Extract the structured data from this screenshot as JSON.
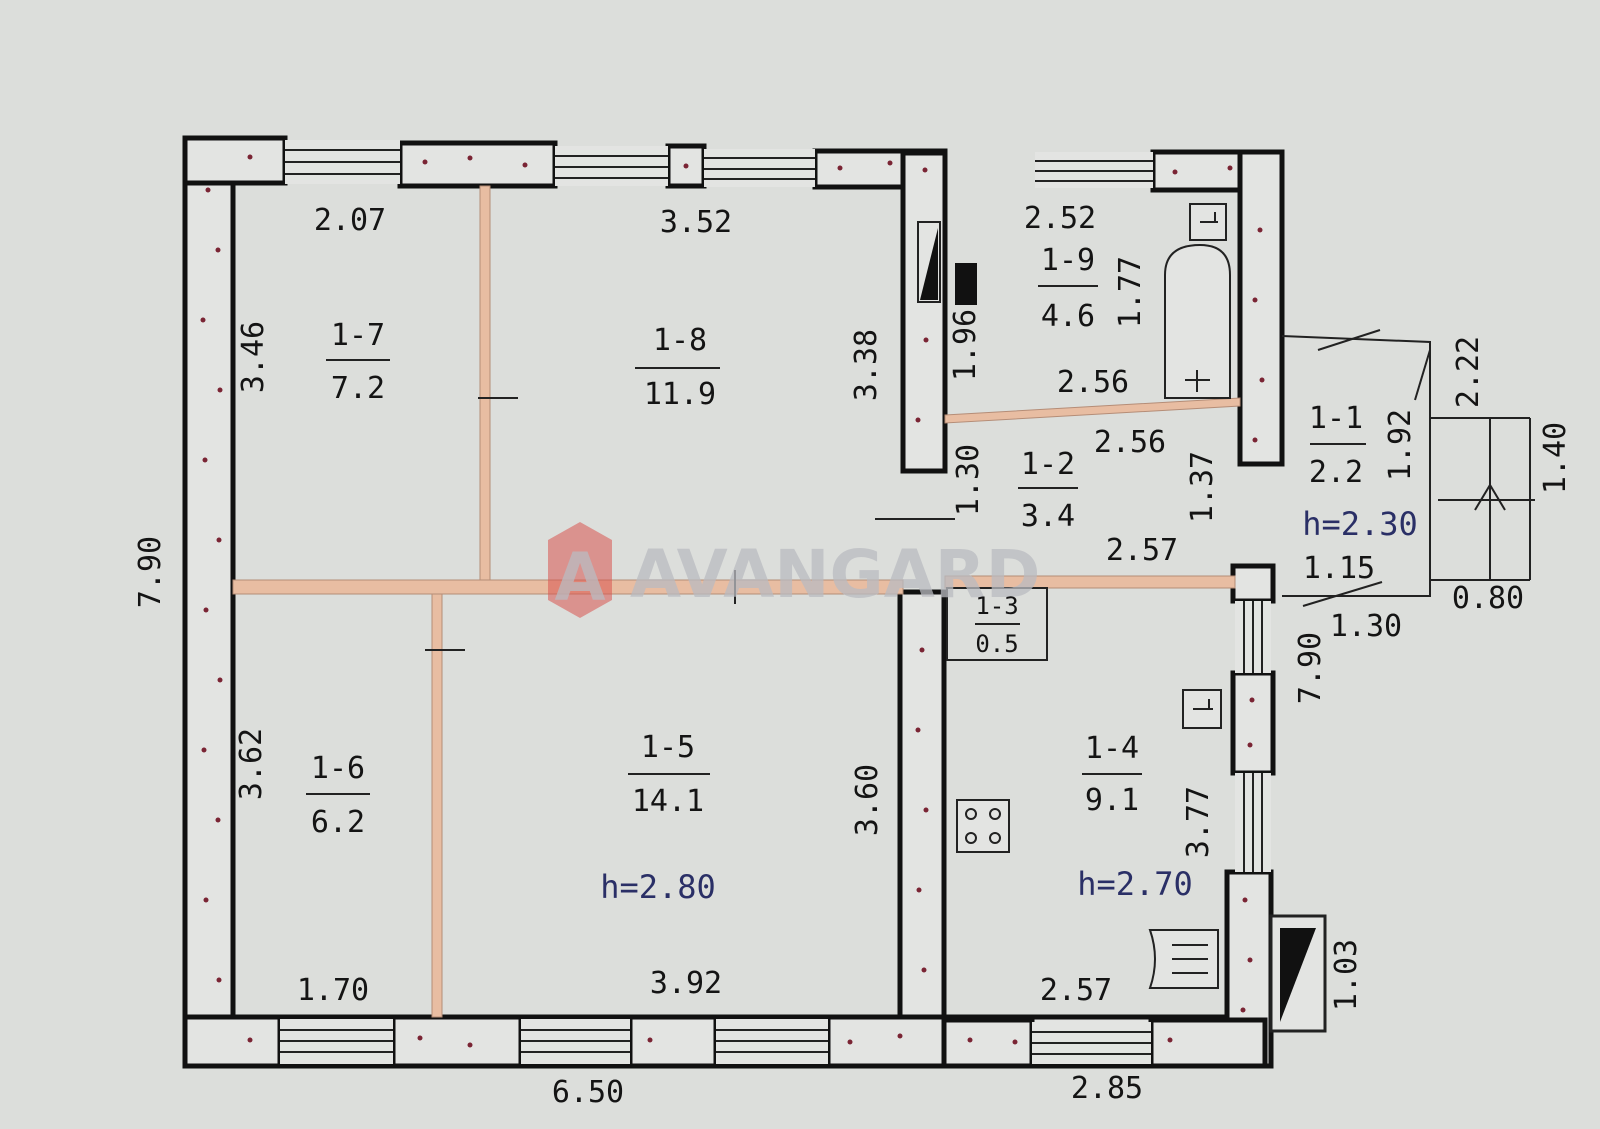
{
  "watermark": {
    "brand": "AVANGARD",
    "letter": "A",
    "accent": "#d9534f"
  },
  "rooms": [
    {
      "id": "1-7",
      "area": "7.2"
    },
    {
      "id": "1-8",
      "area": "11.9"
    },
    {
      "id": "1-9",
      "area": "4.6"
    },
    {
      "id": "1-2",
      "area": "3.4"
    },
    {
      "id": "1-1",
      "area": "2.2"
    },
    {
      "id": "1-3",
      "area": "0.5"
    },
    {
      "id": "1-6",
      "area": "6.2"
    },
    {
      "id": "1-5",
      "area": "14.1"
    },
    {
      "id": "1-4",
      "area": "9.1"
    }
  ],
  "heights": [
    "h=2.80",
    "h=2.70",
    "h=2.30"
  ],
  "dimensions": [
    "2.07",
    "3.52",
    "2.52",
    "3.46",
    "3.38",
    "1.96",
    "1.77",
    "2.56",
    "2.56",
    "1.30",
    "1.37",
    "2.22",
    "1.92",
    "1.40",
    "2.57",
    "1.15",
    "1.30",
    "0.80",
    "7.90",
    "7.90",
    "3.62",
    "3.60",
    "3.77",
    "1.03",
    "1.70",
    "3.92",
    "2.57",
    "6.50",
    "2.85"
  ],
  "fixtures": [
    "bathtub-icon",
    "sink-icon",
    "stove-icon",
    "kitchen-sink-icon",
    "chimney-icon"
  ],
  "colors": {
    "partition": "#e8bda2",
    "wall_dot": "#7a2434",
    "height_text": "#2a2f66"
  }
}
